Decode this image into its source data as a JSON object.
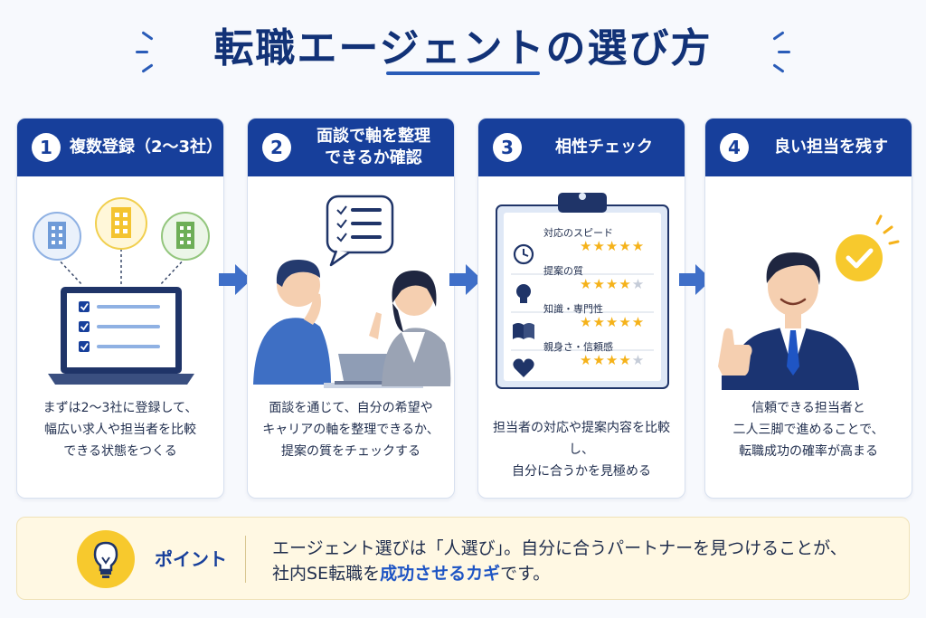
{
  "title": "転職エージェントの選び方",
  "steps": [
    {
      "number": "1",
      "title": "複数登録（2〜3社）",
      "description": "まずは2〜3社に登録して、\n幅広い求人や担当者を比較\nできる状態をつくる"
    },
    {
      "number": "2",
      "title": "面談で軸を整理\nできるか確認",
      "description": "面談を通じて、自分の希望や\nキャリアの軸を整理できるか、\n提案の質をチェックする"
    },
    {
      "number": "3",
      "title": "相性チェック",
      "description": "担当者の対応や提案内容を比較し、\n自分に合うかを見極める",
      "checklist": [
        {
          "label": "対応のスピード",
          "icon": "clock-icon",
          "rating": 5
        },
        {
          "label": "提案の質",
          "icon": "lightbulb-icon",
          "rating": 4
        },
        {
          "label": "知識・専門性",
          "icon": "book-icon",
          "rating": 5
        },
        {
          "label": "親身さ・信頼感",
          "icon": "heart-icon",
          "rating": 4
        }
      ]
    },
    {
      "number": "4",
      "title": "良い担当を残す",
      "description": "信頼できる担当者と\n二人三脚で進めることで、\n転職成功の確率が高まる"
    }
  ],
  "point": {
    "label": "ポイント",
    "text_line1": "エージェント選びは「人選び」。自分に合うパートナーを見つけることが、",
    "text_line2_before": "社内SE転職を",
    "text_line2_highlight": "成功させるカギ",
    "text_line2_after": "です。"
  },
  "colors": {
    "primary": "#173f9b",
    "accent": "#2a5cb8",
    "star": "#f5b21a",
    "point_bg": "#fff8e3",
    "check_yellow": "#f7c92d"
  }
}
